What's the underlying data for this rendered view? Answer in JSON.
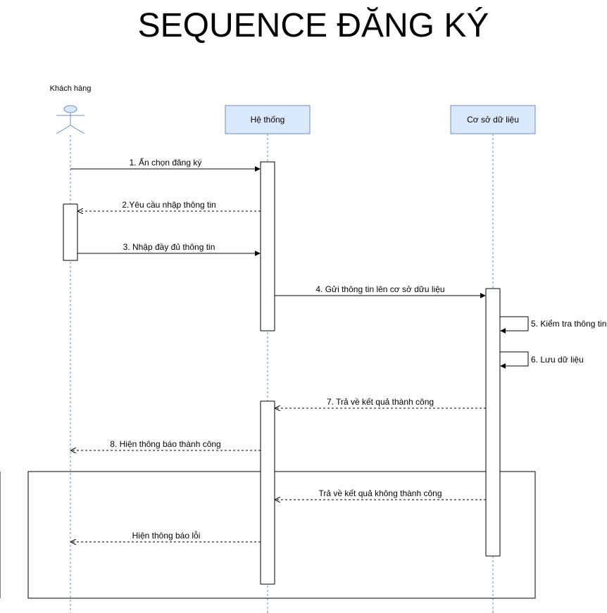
{
  "title": "SEQUENCE ĐĂNG KÝ",
  "actor": {
    "label": "Khách hàng"
  },
  "participants": [
    {
      "label": "Hệ thống"
    },
    {
      "label": "Cơ sở dữ liệu"
    }
  ],
  "messages": [
    {
      "label": "1. Ấn chọn đăng ký",
      "style": "solid"
    },
    {
      "label": "2.Yêu cầu nhập thông tin",
      "style": "dashed"
    },
    {
      "label": "3. Nhập đầy đủ thông tin",
      "style": "solid"
    },
    {
      "label": "4. Gửi thông tin lên cơ sở dữu liệu",
      "style": "solid"
    },
    {
      "label": "5. Kiểm tra thông tin",
      "style": "self"
    },
    {
      "label": "6. Lưu dữ liệu",
      "style": "self"
    },
    {
      "label": "7. Trả về kết quả thành công",
      "style": "dashed"
    },
    {
      "label": "8. Hiện thông báo thành công",
      "style": "dashed"
    },
    {
      "label": "Trả về kết quả không thành công",
      "style": "dashed"
    },
    {
      "label": "Hiện thông báo lỗi",
      "style": "dashed"
    }
  ]
}
